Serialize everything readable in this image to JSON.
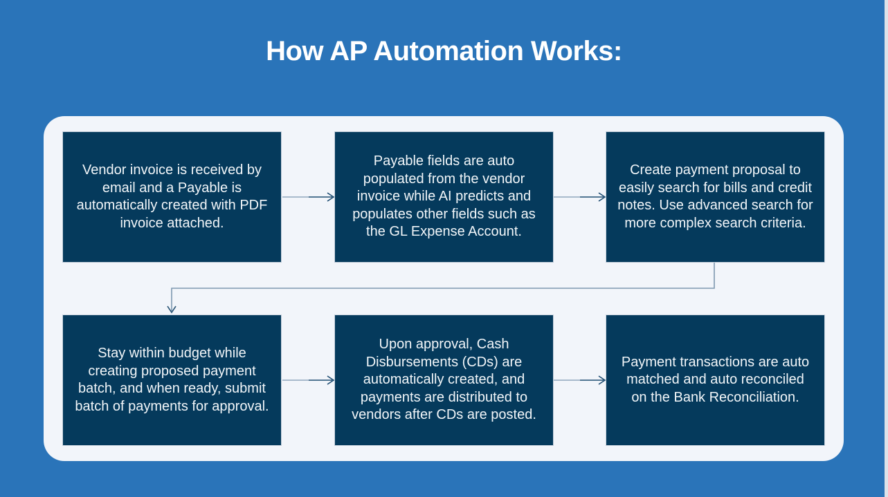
{
  "title": "How AP Automation Works:",
  "flow": {
    "steps": [
      {
        "id": "step-1",
        "text": "Vendor invoice is received by email and a Payable is automatically created with PDF invoice attached."
      },
      {
        "id": "step-2",
        "text": "Payable fields are auto populated from the vendor invoice while AI predicts and populates other fields such as the GL Expense Account."
      },
      {
        "id": "step-3",
        "text": "Create payment proposal to easily search for bills and credit notes. Use advanced search for more complex search criteria."
      },
      {
        "id": "step-4",
        "text": "Stay within budget while creating proposed payment batch, and when ready, submit batch of payments for approval."
      },
      {
        "id": "step-5",
        "text": "Upon approval, Cash Disbursements (CDs) are automatically created, and payments are distributed to vendors after CDs are posted."
      },
      {
        "id": "step-6",
        "text": "Payment transactions are auto matched and auto reconciled on the Bank Reconciliation."
      }
    ],
    "connectors": [
      "step-1 to step-2",
      "step-2 to step-3",
      "step-3 to step-4 (elbow, row wrap)",
      "step-4 to step-5",
      "step-5 to step-6"
    ]
  },
  "colors": {
    "background": "#2a74b9",
    "card": "#f2f5fa",
    "step_box": "#053a5c",
    "step_box_border": "#c9d3de",
    "step_text": "#f2f6f9",
    "title_text": "#ffffff",
    "connector_light": "#8fa7bd",
    "connector_dark": "#1d4c71"
  }
}
